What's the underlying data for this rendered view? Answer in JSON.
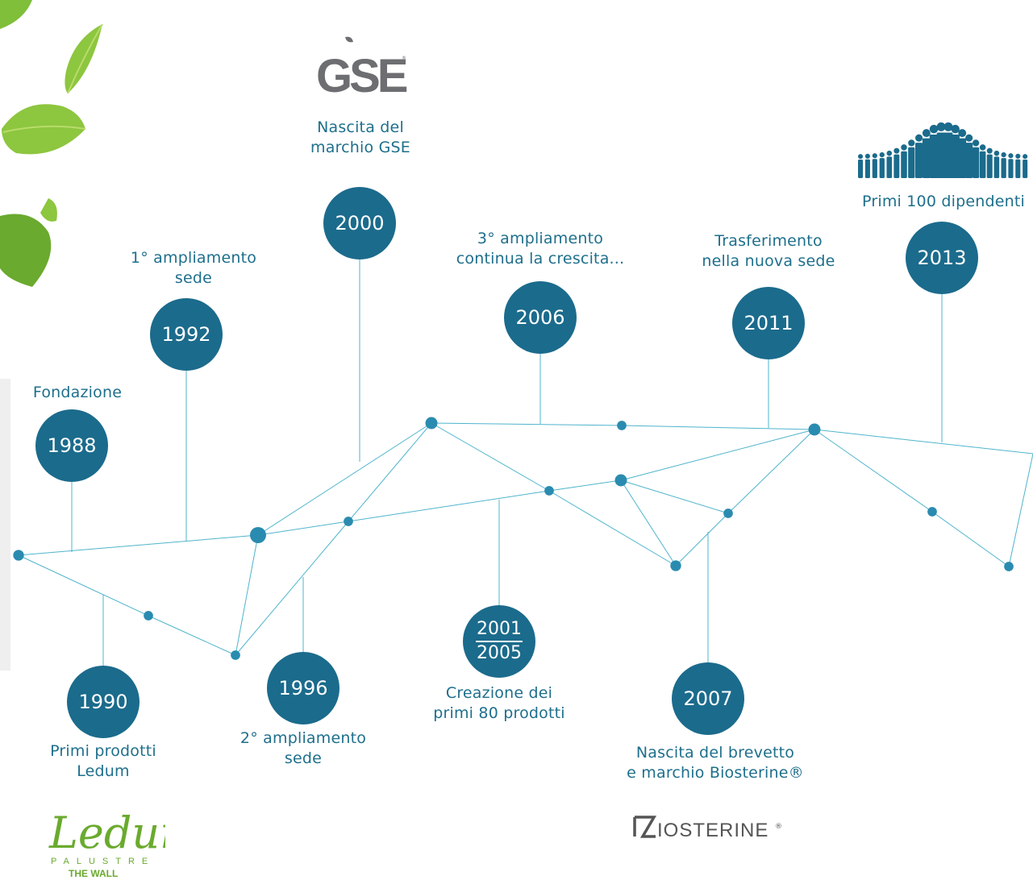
{
  "colors": {
    "accent": "#1b6b8c",
    "line": "#4fb4cc",
    "dot": "#2a8bb0",
    "text": "#1e6f8c",
    "leaf": "#8dc63f"
  },
  "milestones": [
    {
      "id": "1988",
      "years": [
        "1988"
      ],
      "label": [
        "Fondazione"
      ]
    },
    {
      "id": "1990",
      "years": [
        "1990"
      ],
      "label": [
        "Primi prodotti",
        "Ledum"
      ]
    },
    {
      "id": "1992",
      "years": [
        "1992"
      ],
      "label": [
        "1° ampliamento",
        "sede"
      ]
    },
    {
      "id": "1996",
      "years": [
        "1996"
      ],
      "label": [
        "2° ampliamento",
        "sede"
      ]
    },
    {
      "id": "2000",
      "years": [
        "2000"
      ],
      "label": [
        "Nascita del",
        "marchio GSE"
      ]
    },
    {
      "id": "2001-2005",
      "years": [
        "2001",
        "2005"
      ],
      "label": [
        "Creazione dei",
        "primi 80 prodotti"
      ]
    },
    {
      "id": "2006",
      "years": [
        "2006"
      ],
      "label": [
        "3° ampliamento",
        "continua la crescita..."
      ]
    },
    {
      "id": "2007",
      "years": [
        "2007"
      ],
      "label": [
        "Nascita del brevetto",
        "e marchio Biosterine®"
      ]
    },
    {
      "id": "2011",
      "years": [
        "2011"
      ],
      "label": [
        "Trasferimento",
        "nella nuova sede"
      ]
    },
    {
      "id": "2013",
      "years": [
        "2013"
      ],
      "label": [
        "Primi 100 dipendenti"
      ]
    }
  ],
  "logos": {
    "gse": "GSE",
    "ledum_name": "Ledum",
    "ledum_sub": "PALUSTRE",
    "ledum_tag": "THE WALL",
    "biosterine": "IOSTERINE",
    "biosterine_mark": "®"
  },
  "icons": [
    "leaf-icon",
    "people-crowd-icon"
  ]
}
